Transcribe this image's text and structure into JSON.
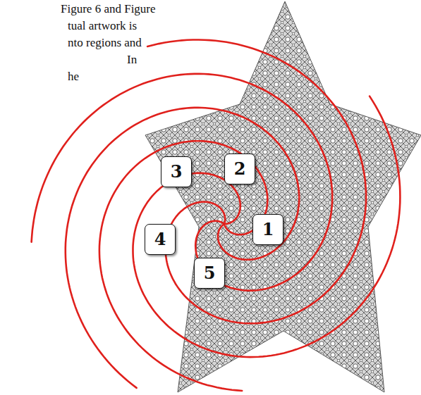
{
  "diagram": {
    "nodes": [
      {
        "text": [
          "3"
        ]
      },
      {
        "text": [
          "2"
        ]
      },
      {
        "text": [
          "4"
        ]
      },
      {
        "text": [
          "1"
        ]
      },
      {
        "text": [
          "5"
        ]
      }
    ],
    "labels": [
      "Figure 6 and Figure",
      "tual artwork is",
      "nto regions and",
      "In",
      "he"
    ]
  }
}
